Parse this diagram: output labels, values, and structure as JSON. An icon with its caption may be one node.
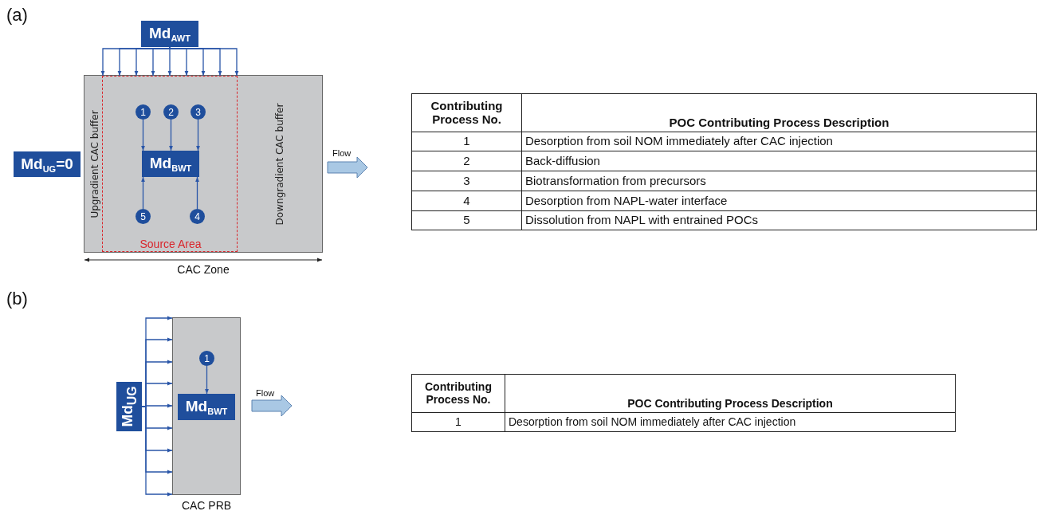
{
  "diagram": {
    "nodes": [
      {
        "text": [
          "Md$_{AWT}$"
        ]
      },
      {
        "text": [
          "Upgradient CAC buffer",
          "Downgradient CAC buffer"
        ]
      },
      {
        "text": [
          "Source Area"
        ],
        "in": 1
      },
      {
        "text": [
          "1"
        ],
        "in": 2
      },
      {
        "text": [
          "2"
        ],
        "in": 2
      },
      {
        "text": [
          "3"
        ],
        "in": 2
      },
      {
        "text": [
          "Md$_{BWT}$"
        ],
        "in": 2
      },
      {
        "text": [
          "5"
        ],
        "in": 2
      },
      {
        "text": [
          "4"
        ],
        "in": 2
      },
      {
        "text": [
          "Md$_{UG}$=0"
        ]
      },
      {
        "text": [],
        "shape": "box",
        "beside": [
          "CAC PRB"
        ]
      },
      {
        "text": [
          "1"
        ],
        "in": 10
      },
      {
        "text": [
          "Md$_{BWT}$"
        ],
        "in": 10
      },
      {
        "text": [
          "Md$_{UG}$"
        ]
      }
    ],
    "edges": [
      {
        "from": 0,
        "to": 2,
        "arrow": "to"
      },
      {
        "from": 0,
        "to": 2,
        "arrow": "to"
      },
      {
        "from": 0,
        "to": 2,
        "arrow": "to"
      },
      {
        "from": 0,
        "to": 2,
        "arrow": "to"
      },
      {
        "from": 0,
        "to": 2,
        "arrow": "to"
      },
      {
        "from": 0,
        "to": 2,
        "arrow": "to"
      },
      {
        "from": 0,
        "to": 2,
        "arrow": "to"
      },
      {
        "from": 0,
        "to": 2,
        "arrow": "to"
      },
      {
        "from": 0,
        "to": 2,
        "arrow": "to"
      },
      {
        "from": 3,
        "to": 6,
        "arrow": "to"
      },
      {
        "from": 4,
        "to": 6,
        "arrow": "to"
      },
      {
        "from": 5,
        "to": 6,
        "arrow": "to"
      },
      {
        "from": 7,
        "to": 6,
        "arrow": "to"
      },
      {
        "from": 8,
        "to": 6,
        "arrow": "to"
      },
      {
        "from": 11,
        "to": 12,
        "arrow": "to"
      },
      {
        "from": 13,
        "to": 10,
        "arrow": "to"
      },
      {
        "from": 13,
        "to": 10,
        "arrow": "to"
      },
      {
        "from": 13,
        "to": 10,
        "arrow": "to"
      },
      {
        "from": 13,
        "to": 10,
        "arrow": "to"
      },
      {
        "from": 13,
        "to": 10,
        "arrow": "to"
      },
      {
        "from": 13,
        "to": 10,
        "arrow": "to"
      },
      {
        "from": 13,
        "to": 10,
        "arrow": "to"
      },
      {
        "from": 13,
        "to": 10,
        "arrow": "to"
      },
      {
        "from": 13,
        "to": 10,
        "arrow": "to"
      }
    ],
    "labels": [
      "(a)",
      "Flow",
      "Contributing Process No.",
      "POC Contributing Process Description",
      "1",
      "Desorption from soil NOM immediately after CAC injection",
      "2",
      "Back-diffusion",
      "3",
      "Biotransformation from precursors",
      "4",
      "Desorption from NAPL-water interface",
      "5",
      "Dissolution from NAPL with entrained POCs",
      "CAC Zone",
      "(b)",
      "Flow",
      "Contributing Process No.",
      "POC Contributing Process Description",
      "1",
      "Desorption from soil NOM immediately after CAC injection"
    ]
  }
}
